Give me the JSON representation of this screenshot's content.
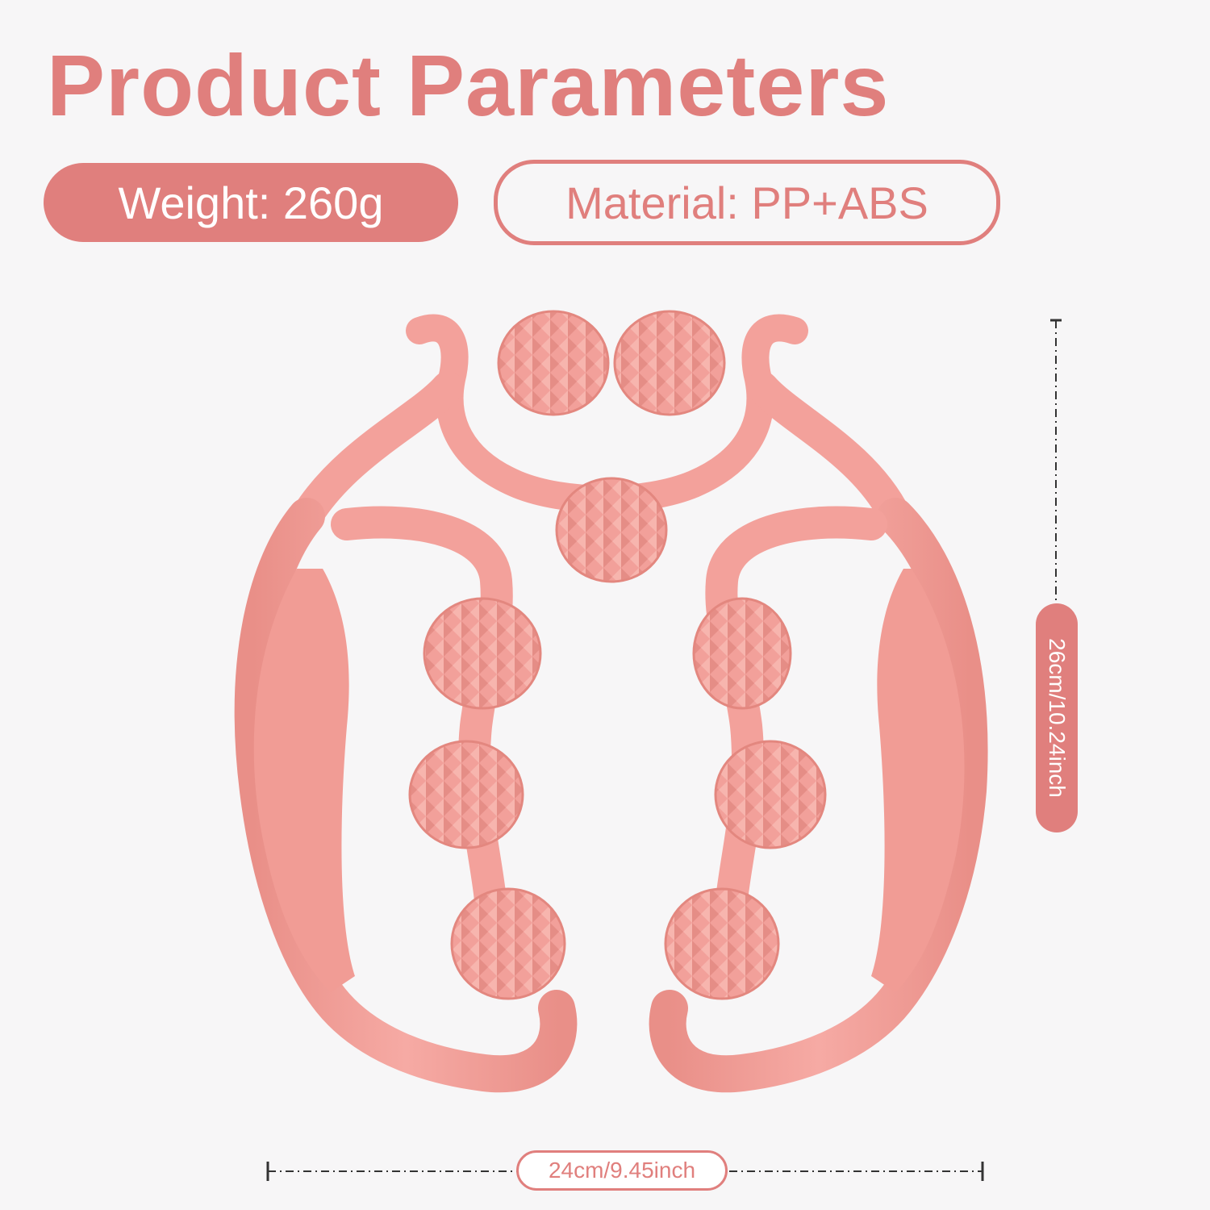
{
  "title": "Product Parameters",
  "specs": {
    "weight": "Weight: 260g",
    "material": "Material: PP+ABS"
  },
  "dimensions": {
    "height": "26cm/10.24inch",
    "width": "24cm/9.45inch"
  },
  "colors": {
    "accent": "#e07f7d",
    "product_body": "#f4a49f",
    "product_shade": "#e3877f",
    "background": "#f7f6f7"
  }
}
